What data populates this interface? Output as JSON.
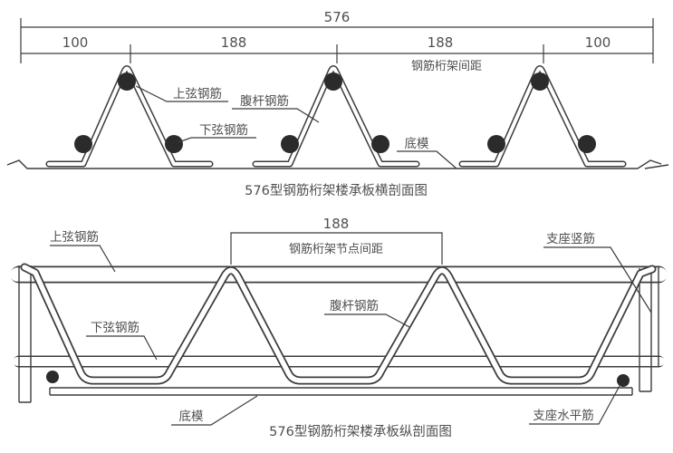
{
  "colors": {
    "background": "#ffffff",
    "line": "#3c3c3c",
    "text": "#4f4f4f",
    "rebar_dot": "#2b2b2b"
  },
  "cross_section": {
    "title": "576型钢筋桁架楼承板横剖面图",
    "dimensions": {
      "total": "576",
      "segments": [
        "100",
        "188",
        "188",
        "100"
      ],
      "spacing_note": "钢筋桁架间距"
    },
    "labels": {
      "top_chord": "上弦钢筋",
      "web": "腹杆钢筋",
      "bottom_chord": "下弦钢筋",
      "bottom_form": "底模"
    }
  },
  "longitudinal_section": {
    "title": "576型钢筋桁架楼承板纵剖面图",
    "dimensions": {
      "node_spacing": "188",
      "node_spacing_note": "钢筋桁架节点间距"
    },
    "labels": {
      "top_chord": "上弦钢筋",
      "bottom_chord": "下弦钢筋",
      "web": "腹杆钢筋",
      "support_vertical": "支座竖筋",
      "support_horizontal": "支座水平筋",
      "bottom_form": "底模"
    }
  }
}
